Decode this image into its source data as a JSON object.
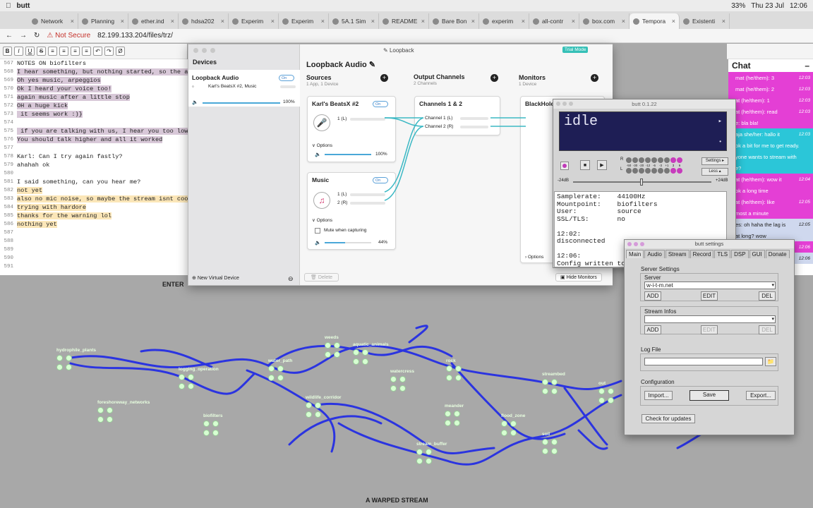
{
  "menubar": {
    "app": "butt",
    "battery": "33%",
    "date": "Thu 23 Jul",
    "time": "12:06"
  },
  "tabs": [
    "Network",
    "Planning",
    "ether.ind",
    "hdsa202",
    "Experim",
    "Experim",
    "5A.1 Sim",
    "README",
    "Bare Bon",
    "experim",
    "all-contr",
    "box.com",
    "Tempora",
    "Existenti"
  ],
  "address": {
    "warning": "Not Secure",
    "url": "82.199.133.204/files/trz/"
  },
  "editor": {
    "lines": [
      {
        "n": "567",
        "t": "NOTES ON biofilters",
        "h": ""
      },
      {
        "n": "568",
        "t": "I hear something, but nothing started, so the a",
        "h": "p"
      },
      {
        "n": "569",
        "t": "Oh yes music, arpeggios",
        "h": "p"
      },
      {
        "n": "570",
        "t": "Ok I heard your voice too!",
        "h": "p"
      },
      {
        "n": "571",
        "t": "again music after a little stop",
        "h": "p"
      },
      {
        "n": "572",
        "t": "OH a huge kick",
        "h": "p"
      },
      {
        "n": "573",
        "t": " it seems work :)}",
        "h": "p"
      },
      {
        "n": "574",
        "t": "",
        "h": "p"
      },
      {
        "n": "575",
        "t": " if you are talking with us, I hear you too low",
        "h": "p"
      },
      {
        "n": "576",
        "t": "You should talk higher and all it worked",
        "h": "p"
      },
      {
        "n": "577",
        "t": "",
        "h": ""
      },
      {
        "n": "578",
        "t": "Karl: Can I try again fastly?",
        "h": ""
      },
      {
        "n": "579",
        "t": "ahahah ok",
        "h": ""
      },
      {
        "n": "580",
        "t": "",
        "h": ""
      },
      {
        "n": "581",
        "t": "I said something, can you hear me?",
        "h": ""
      },
      {
        "n": "582",
        "t": "not yet",
        "h": "y"
      },
      {
        "n": "583",
        "t": "also no mic noise, so maybe the stream isnt coo",
        "h": "y"
      },
      {
        "n": "584",
        "t": "trying with hardore",
        "h": "y"
      },
      {
        "n": "585",
        "t": "thanks for the warning lol",
        "h": "y"
      },
      {
        "n": "586",
        "t": "nothing yet",
        "h": "y"
      },
      {
        "n": "587",
        "t": "",
        "h": ""
      },
      {
        "n": "588",
        "t": "",
        "h": ""
      },
      {
        "n": "589",
        "t": "",
        "h": ""
      },
      {
        "n": "590",
        "t": "",
        "h": ""
      },
      {
        "n": "591",
        "t": "",
        "h": ""
      }
    ]
  },
  "chat": {
    "title": "Chat",
    "messages": [
      {
        "t": "mat (he/them): 3",
        "time": "12:03",
        "c": "mg"
      },
      {
        "t": "mat (he/them): 2",
        "time": "12:03",
        "c": "mg"
      },
      {
        "t": "at (he/them): 1",
        "time": "12:03",
        "c": "mg"
      },
      {
        "t": "at (he/them): read",
        "time": "12:03",
        "c": "mg"
      },
      {
        "t": "e: bla bla!",
        "time": "",
        "c": "mg"
      },
      {
        "t": "aja she/her: hallo it",
        "time": "12:03",
        "c": "cy"
      },
      {
        "t": "ok a bit for me to get ready.",
        "time": "",
        "c": "cy"
      },
      {
        "t": "yone wants to stream with",
        "time": "",
        "c": "cy"
      },
      {
        "t": "e?",
        "time": "",
        "c": "cy"
      },
      {
        "t": "at (he/them): wow it",
        "time": "12:04",
        "c": "mg"
      },
      {
        "t": "ok a long time",
        "time": "",
        "c": "mg"
      },
      {
        "t": "at (he/them): like",
        "time": "12:05",
        "c": "mg"
      },
      {
        "t": "most a minute",
        "time": "",
        "c": "mg"
      },
      {
        "t": "es: oh haha the lag is",
        "time": "12:05",
        "c": "pl"
      },
      {
        "t": "at long? wow",
        "time": "",
        "c": "pl"
      },
      {
        "t": "at (he/them): yea",
        "time": "12:06",
        "c": "mg"
      },
      {
        "t": "es: apia is rock",
        "time": "12:06",
        "c": "pl"
      }
    ]
  },
  "loopback": {
    "window_title": "Loopback",
    "badge": "Trial Mode",
    "sidebar_title": "Devices",
    "device_name": "Loopback Audio",
    "device_toggle": "On",
    "device_sub": "Karl's BeatsX #2, Music",
    "device_volume": "100%",
    "new_device": "New Virtual Device",
    "main_title": "Loopback Audio",
    "sources": "Sources",
    "sources_sub": "1 App, 1 Device",
    "outputs": "Output Channels",
    "outputs_sub": "2 Channels",
    "monitors": "Monitors",
    "monitors_sub": "1 Device",
    "src1": {
      "name": "Karl's BeatsX #2",
      "toggle": "On",
      "ch": "1 (L)",
      "options": "Options",
      "vol": "100%"
    },
    "src2": {
      "name": "Music",
      "toggle": "On",
      "ch1": "1 (L)",
      "ch2": "2 (R)",
      "options": "Options",
      "mute": "Mute when capturing",
      "vol": "44%"
    },
    "out": {
      "name": "Channels 1 & 2",
      "ch1": "Channel 1 (L)",
      "ch2": "Channel 2 (R)"
    },
    "mon": {
      "name": "BlackHole",
      "options": "Options"
    },
    "delete": "Delete",
    "hide_monitors": "Hide Monitors"
  },
  "butt": {
    "title": "butt 0.1.22",
    "lcd": "idle",
    "settings_btn": "Settings",
    "less_btn": "Less",
    "vu_left": "-24dB",
    "vu_right": "+24dB",
    "ch_r": "R",
    "ch_l": "L",
    "vu_scale": [
      "-50",
      "-30",
      "-20",
      "-12",
      "-6",
      "-3",
      "+1",
      "3",
      "6"
    ],
    "log": "Samplerate:    44100Hz\nMountpoint:    biofilters\nUser:          source\nSSL/TLS:       no\n\n12:02:\ndisconnected\n\n12:06:\nConfig written to"
  },
  "butt_settings": {
    "title": "butt settings",
    "tabs": [
      "Main",
      "Audio",
      "Stream",
      "Record",
      "TLS",
      "DSP",
      "GUI",
      "Donate"
    ],
    "server_settings": "Server Settings",
    "server_label": "Server",
    "server_value": "w-i-t-m.net",
    "add": "ADD",
    "edit": "EDIT",
    "del": "DEL",
    "stream_infos": "Stream Infos",
    "log_file": "Log File",
    "configuration": "Configuration",
    "import": "Import...",
    "save": "Save",
    "export": "Export...",
    "check": "Check for updates"
  },
  "canvas": {
    "enter": "ENTER",
    "footer": "A WARPED STREAM",
    "nodes": [
      "hydrophile_plants",
      "logging_operation",
      "weeds",
      "aquatic_animals",
      "water_path",
      "watercress",
      "wildlife_corridor",
      "rock",
      "streambed",
      "foreshoreway_networks",
      "biofilters",
      "meander",
      "flood_zone",
      "stream_buffer",
      "soil",
      "out"
    ]
  },
  "colors": {
    "stream": "#2b34e0",
    "chat_magenta": "#e43fd5",
    "chat_cyan": "#2bc6d8",
    "lcd_bg": "#1e1e55"
  }
}
